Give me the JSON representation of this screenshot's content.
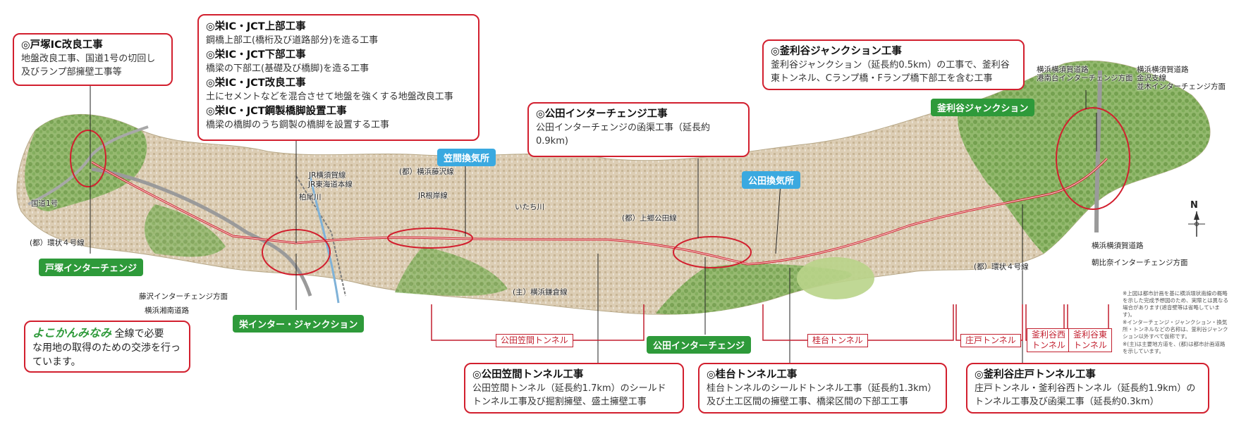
{
  "callouts": {
    "totsuka": {
      "title": "◎戸塚IC改良工事",
      "lines": [
        "地盤改良工事、国道1号の切回し",
        "及びランプ部擁壁工事等"
      ]
    },
    "sakae": {
      "items": [
        {
          "title": "◎栄IC・JCT上部工事",
          "body": "鋼橋上部工(橋桁及び道路部分)を造る工事"
        },
        {
          "title": "◎栄IC・JCT下部工事",
          "body": "橋梁の下部工(基礎及び橋脚)を造る工事"
        },
        {
          "title": "◎栄IC・JCT改良工事",
          "body": "土にセメントなどを混合させて地盤を強くする地盤改良工事"
        },
        {
          "title": "◎栄IC・JCT鋼製橋脚設置工事",
          "body": "橋梁の橋脚のうち鋼製の橋脚を設置する工事"
        }
      ]
    },
    "kuden_ic": {
      "title": "◎公田インターチェンジ工事",
      "lines": [
        "公田インターチェンジの函渠工事（延長約",
        "0.9km)"
      ]
    },
    "kamariya_jct": {
      "title": "◎釜利谷ジャンクション工事",
      "lines": [
        "釜利谷ジャンクション（延長約0.5km）の工事で、釜利谷",
        "東トンネル、Cランプ橋・Fランプ橋下部工を含む工事"
      ]
    },
    "kuden_kasama": {
      "title": "◎公田笠間トンネル工事",
      "lines": [
        "公田笠間トンネル（延長約1.7km）のシールド",
        "トンネル工事及び掘割擁壁、盛土擁壁工事"
      ]
    },
    "katsuradai": {
      "title": "◎桂台トンネル工事",
      "lines": [
        "桂台トンネルのシールドトンネル工事（延長約1.3km）",
        "及び土工区間の擁壁工事、橋梁区間の下部工工事"
      ]
    },
    "kamariya_shodo": {
      "title": "◎釜利谷庄戸トンネル工事",
      "lines": [
        "庄戸トンネル・釜利谷西トンネル（延長約1.9km）の",
        "トンネル工事及び函渠工事（延長約0.3km）"
      ]
    }
  },
  "note": {
    "highlight": "よこかんみなみ",
    "text1": "全線で必要",
    "text2": "な用地の取得のための交渉を行っ",
    "text3": "ています。"
  },
  "green_labels": {
    "totsuka_ic": "戸塚インターチェンジ",
    "sakae_jct": "栄インター・ジャンクション",
    "kuden_ic": "公田インターチェンジ",
    "kamariya_jct": "釜利谷ジャンクション"
  },
  "blue_labels": {
    "kasama": "笠間換気所",
    "kuden": "公田換気所"
  },
  "tunnel_labels": {
    "kuden_kasama": "公田笠間トンネル",
    "katsuradai": "桂台トンネル",
    "shodo": "庄戸トンネル",
    "kamariya_nishi": [
      "釜利谷西",
      "トンネル"
    ],
    "kamariya_higashi": [
      "釜利谷東",
      "トンネル"
    ]
  },
  "road_labels": {
    "kokudo1": "国道1号",
    "kanjo4_west": "(都）環状４号線",
    "jr_yokosuka": "JR横須賀線",
    "jr_tokaido": "JR東海道本線",
    "kashio": "柏尾川",
    "yokohama_fujisawa": "(都）横浜藤沢線",
    "jr_negishi": "JR根岸線",
    "itachi": "いたち川",
    "kamigo_kuden": "(都）上郷公田線",
    "kamakura": "(主）横浜鎌倉線",
    "fujisawa_ic": "藤沢インターチェンジ方面",
    "shonan": "横浜湘南道路",
    "kanjo4_east": "(都）環状４号線",
    "ykd_konandai": [
      "横浜横須賀道路",
      "港南台インターチェンジ方面"
    ],
    "ykd_namiki": [
      "横浜横須賀道路",
      "金沢支線",
      "並木インターチェンジ方面"
    ],
    "ykd_asahina": [
      "横浜横須賀道路",
      "朝比奈インターチェンジ方面"
    ]
  },
  "notes": [
    "※上図は都市計画を基に横浜環状南線の概略を示した完成予想図のため、実際とは異なる場合があります(遮音壁等は省略しています)。",
    "※インターチェンジ・ジャンクション・換気所・トンネルなどの名称は、釜利谷ジャンクション以外すべて仮称です。",
    "※(主)は主要地方道を、(都)は都市計画道路を示しています。"
  ],
  "compass": "N",
  "colors": {
    "route": "#d21f2e",
    "green_label": "#2e9a3a",
    "blue_label": "#3aa9e0",
    "terrain": "#9bbf6a",
    "urban": "#d9c9b0"
  }
}
